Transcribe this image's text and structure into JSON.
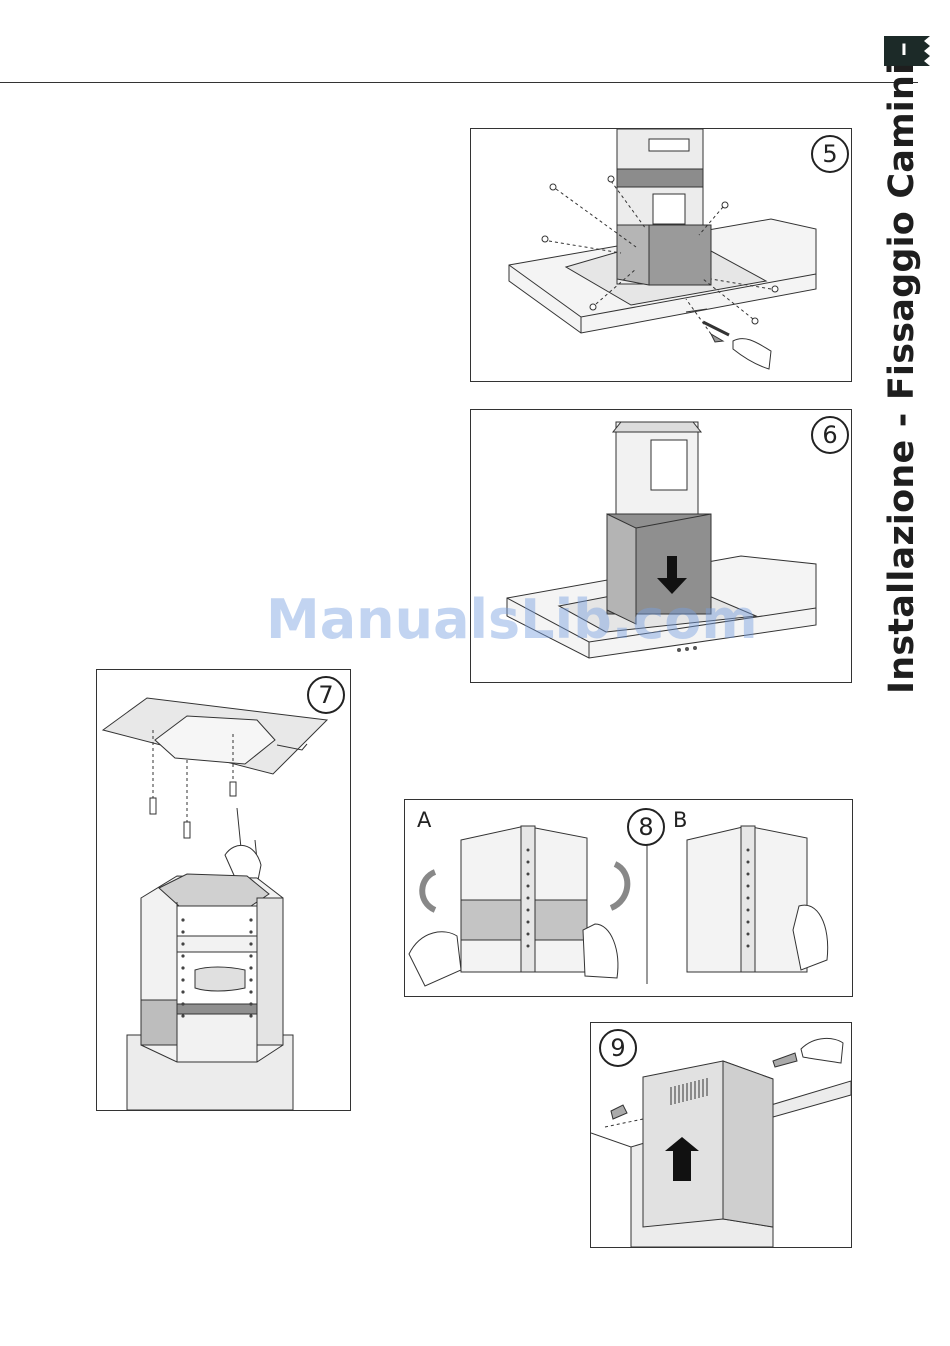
{
  "header": {
    "language_badge": "I"
  },
  "side_title": "Installazione - Fissaggio Camini",
  "figures": [
    {
      "step": "5"
    },
    {
      "step": "6"
    },
    {
      "step": "7"
    },
    {
      "step": "8",
      "labels": [
        "A",
        "B"
      ]
    },
    {
      "step": "9"
    }
  ],
  "watermark": "ManualsLib.com",
  "colors": {
    "accent": "#1c2a28",
    "panel_grey": "#8f8f8f",
    "light_grey": "#d9d9d9"
  }
}
